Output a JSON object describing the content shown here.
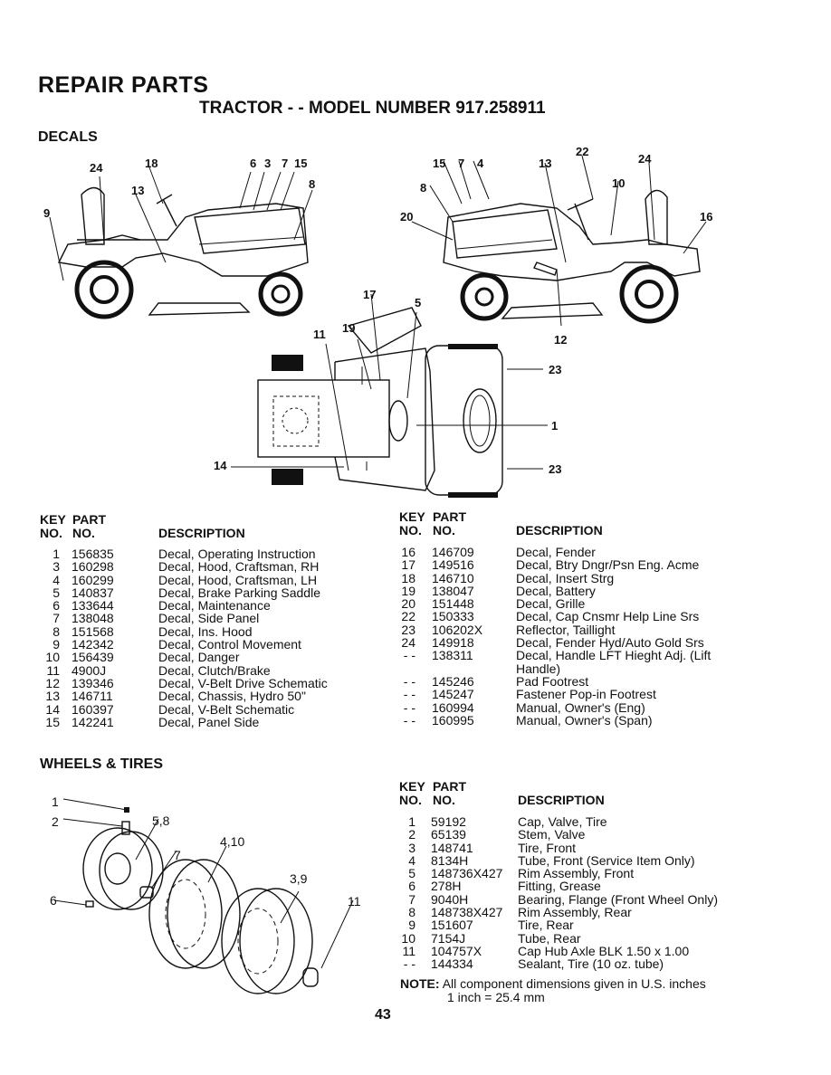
{
  "page": {
    "title": "REPAIR PARTS",
    "subtitle": "TRACTOR - - MODEL NUMBER 917.258911",
    "page_number": "43"
  },
  "decals": {
    "heading": "DECALS",
    "callouts": {
      "left": [
        "24",
        "18",
        "6",
        "3",
        "7",
        "15",
        "13",
        "8",
        "9"
      ],
      "right": [
        "15",
        "7",
        "4",
        "13",
        "22",
        "24",
        "8",
        "10",
        "20",
        "16"
      ],
      "top": [
        "17",
        "5",
        "19",
        "11",
        "23",
        "1",
        "23",
        "14",
        "12"
      ]
    },
    "left_table": {
      "key_header": "KEY\nNO.",
      "part_header": "PART\nNO.",
      "desc_header": "DESCRIPTION",
      "rows": [
        {
          "key": "1",
          "part": "156835",
          "desc": "Decal, Operating Instruction"
        },
        {
          "key": "3",
          "part": "160298",
          "desc": "Decal, Hood, Craftsman, RH"
        },
        {
          "key": "4",
          "part": "160299",
          "desc": "Decal, Hood, Craftsman, LH"
        },
        {
          "key": "5",
          "part": "140837",
          "desc": "Decal, Brake Parking Saddle"
        },
        {
          "key": "6",
          "part": "133644",
          "desc": "Decal, Maintenance"
        },
        {
          "key": "7",
          "part": "138048",
          "desc": "Decal, Side Panel"
        },
        {
          "key": "8",
          "part": "151568",
          "desc": "Decal, Ins. Hood"
        },
        {
          "key": "9",
          "part": "142342",
          "desc": "Decal, Control Movement"
        },
        {
          "key": "10",
          "part": "156439",
          "desc": "Decal, Danger"
        },
        {
          "key": "11",
          "part": "4900J",
          "desc": "Decal, Clutch/Brake"
        },
        {
          "key": "12",
          "part": "139346",
          "desc": "Decal, V-Belt Drive Schematic"
        },
        {
          "key": "13",
          "part": "146711",
          "desc": "Decal, Chassis, Hydro 50\""
        },
        {
          "key": "14",
          "part": "160397",
          "desc": "Decal, V-Belt Schematic"
        },
        {
          "key": "15",
          "part": "142241",
          "desc": "Decal, Panel Side"
        }
      ]
    },
    "right_table": {
      "key_header": "KEY\nNO.",
      "part_header": "PART\nNO.",
      "desc_header": "DESCRIPTION",
      "rows": [
        {
          "key": "16",
          "part": "146709",
          "desc": "Decal, Fender"
        },
        {
          "key": "17",
          "part": "149516",
          "desc": "Decal, Btry Dngr/Psn Eng. Acme"
        },
        {
          "key": "18",
          "part": "146710",
          "desc": "Decal, Insert Strg"
        },
        {
          "key": "19",
          "part": "138047",
          "desc": "Decal, Battery"
        },
        {
          "key": "20",
          "part": "151448",
          "desc": "Decal, Grille"
        },
        {
          "key": "22",
          "part": "150333",
          "desc": "Decal, Cap Cnsmr Help Line Srs"
        },
        {
          "key": "23",
          "part": "106202X",
          "desc": "Reflector, Taillight"
        },
        {
          "key": "24",
          "part": "149918",
          "desc": "Decal, Fender Hyd/Auto Gold Srs"
        },
        {
          "key": "- -",
          "part": "138311",
          "desc": "Decal, Handle LFT Hieght Adj. (Lift Handle)",
          "tall": true
        },
        {
          "key": "- -",
          "part": "145246",
          "desc": "Pad Footrest"
        },
        {
          "key": "- -",
          "part": "145247",
          "desc": "Fastener Pop-in Footrest"
        },
        {
          "key": "- -",
          "part": "160994",
          "desc": "Manual, Owner's (Eng)"
        },
        {
          "key": "- -",
          "part": "160995",
          "desc": "Manual, Owner's (Span)"
        }
      ]
    }
  },
  "wheels": {
    "heading": "WHEELS & TIRES",
    "callouts": [
      "1",
      "2",
      "5,8",
      "7",
      "4,10",
      "3,9",
      "11",
      "6"
    ],
    "table": {
      "key_header": "KEY\nNO.",
      "part_header": "PART\nNO.",
      "desc_header": "DESCRIPTION",
      "rows": [
        {
          "key": "1",
          "part": "59192",
          "desc": "Cap, Valve, Tire"
        },
        {
          "key": "2",
          "part": "65139",
          "desc": "Stem, Valve"
        },
        {
          "key": "3",
          "part": "148741",
          "desc": "Tire, Front"
        },
        {
          "key": "4",
          "part": "8134H",
          "desc": "Tube, Front (Service Item Only)"
        },
        {
          "key": "5",
          "part": "148736X427",
          "desc": "Rim Assembly, Front"
        },
        {
          "key": "6",
          "part": "278H",
          "desc": "Fitting, Grease"
        },
        {
          "key": "7",
          "part": "9040H",
          "desc": "Bearing, Flange (Front Wheel Only)"
        },
        {
          "key": "8",
          "part": "148738X427",
          "desc": "Rim Assembly, Rear"
        },
        {
          "key": "9",
          "part": "151607",
          "desc": "Tire, Rear"
        },
        {
          "key": "10",
          "part": "7154J",
          "desc": "Tube, Rear"
        },
        {
          "key": "11",
          "part": "104757X",
          "desc": "Cap Hub Axle BLK 1.50 x 1.00"
        },
        {
          "key": "- -",
          "part": "144334",
          "desc": "Sealant, Tire (10 oz. tube)"
        }
      ]
    },
    "note_label": "NOTE:",
    "note_line1": "All component dimensions given in U.S. inches",
    "note_line2": "1 inch = 25.4 mm"
  }
}
